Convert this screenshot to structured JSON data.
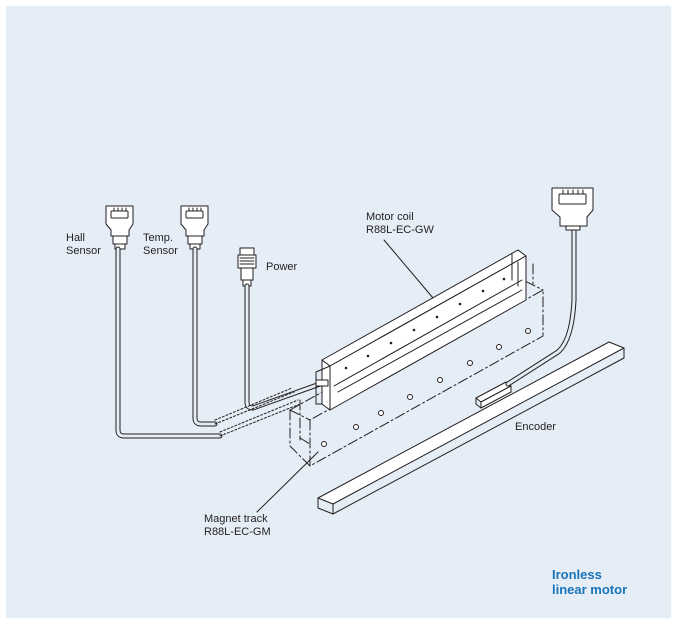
{
  "labels": {
    "hall": [
      "Hall",
      "Sensor"
    ],
    "temp": [
      "Temp.",
      "Sensor"
    ],
    "power": "Power",
    "motor_coil": [
      "Motor coil",
      "R88L-EC-GW"
    ],
    "encoder": "Encoder",
    "magnet_track": [
      "Magnet track",
      "R88L-EC-GM"
    ]
  },
  "caption": [
    "Ironless",
    "linear motor"
  ],
  "colors": {
    "background": "#e5edf6",
    "line": "#231f20",
    "caption": "#1a74b8"
  }
}
